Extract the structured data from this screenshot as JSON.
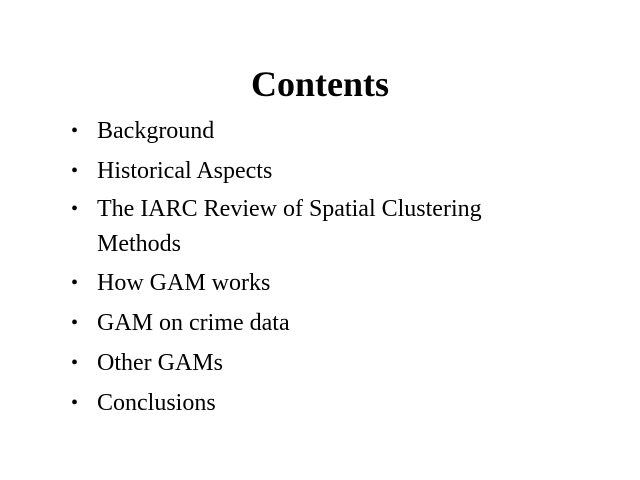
{
  "slide": {
    "title": "Contents",
    "bullet_symbol": "•",
    "items": [
      {
        "label": "Background"
      },
      {
        "label": "Historical Aspects"
      },
      {
        "label": "The IARC Review of Spatial Clustering Methods"
      },
      {
        "label": "How GAM works"
      },
      {
        "label": "GAM on crime data"
      },
      {
        "label": "Other GAMs"
      },
      {
        "label": "Conclusions"
      }
    ]
  }
}
